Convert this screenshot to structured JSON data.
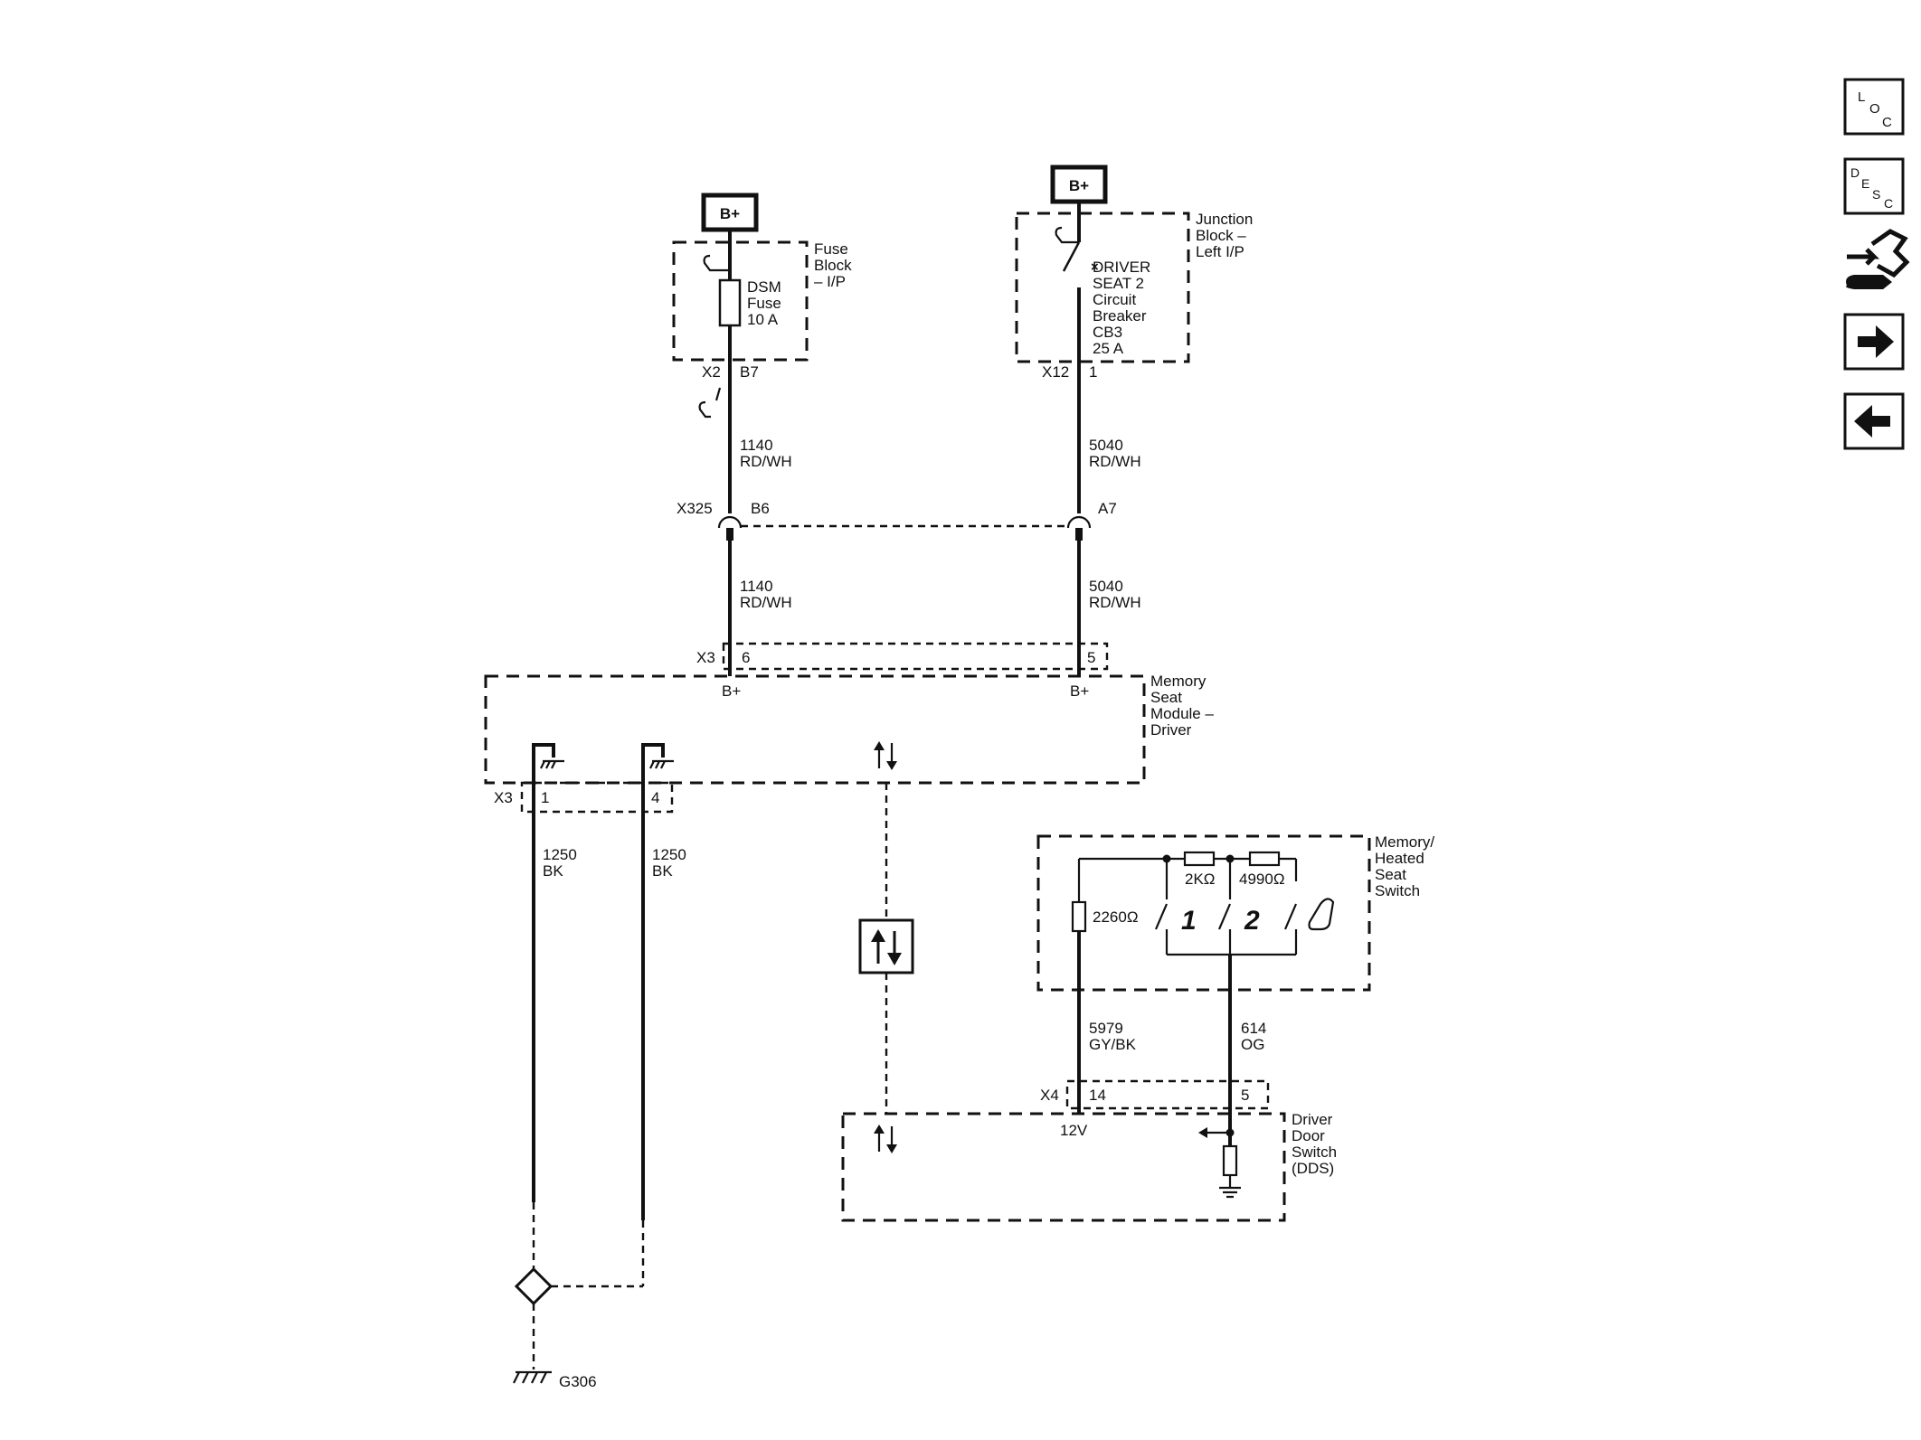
{
  "power": {
    "bplus_left": "B+",
    "bplus_right": "B+"
  },
  "fuse_block": {
    "name_line1": "Fuse",
    "name_line2": "Block",
    "name_line3": "– I/P",
    "fuse_line1": "DSM",
    "fuse_line2": "Fuse",
    "fuse_line3": "10 A",
    "conn": "X2",
    "pin": "B7"
  },
  "junction_block": {
    "name_line1": "Junction",
    "name_line2": "Block –",
    "name_line3": "Left I/P",
    "cb_line1": "DRIVER",
    "cb_line2": "SEAT 2",
    "cb_line3": "Circuit",
    "cb_line4": "Breaker",
    "cb_line5": "CB3",
    "cb_line6": "25 A",
    "conn": "X12",
    "pin": "1"
  },
  "wires": {
    "w1140_upper_num": "1140",
    "w1140_upper_color": "RD/WH",
    "w5040_upper_num": "5040",
    "w5040_upper_color": "RD/WH",
    "w1140_lower_num": "1140",
    "w1140_lower_color": "RD/WH",
    "w5040_lower_num": "5040",
    "w5040_lower_color": "RD/WH",
    "w1250a_num": "1250",
    "w1250a_color": "BK",
    "w1250b_num": "1250",
    "w1250b_color": "BK",
    "w5979_num": "5979",
    "w5979_color": "GY/BK",
    "w614_num": "614",
    "w614_color": "OG"
  },
  "inline_conn": {
    "name": "X325",
    "pin_left": "B6",
    "pin_right": "A7"
  },
  "memory_module": {
    "name_line1": "Memory",
    "name_line2": "Seat",
    "name_line3": "Module –",
    "name_line4": "Driver",
    "conn_top": "X3",
    "pin_6": "6",
    "pin_5": "5",
    "bplus_a": "B+",
    "bplus_b": "B+",
    "conn_bottom": "X3",
    "pin_1": "1",
    "pin_4": "4"
  },
  "seat_switch": {
    "name_line1": "Memory/",
    "name_line2": "Heated",
    "name_line3": "Seat",
    "name_line4": "Switch",
    "r1": "2260Ω",
    "r2": "2KΩ",
    "r3": "4990Ω",
    "sw1": "1",
    "sw2": "2"
  },
  "dds": {
    "name_line1": "Driver",
    "name_line2": "Door",
    "name_line3": "Switch",
    "name_line4": "(DDS)",
    "conn": "X4",
    "pin_14": "14",
    "pin_5": "5",
    "voltage": "12V"
  },
  "ground": {
    "label": "G306"
  },
  "nav": {
    "loc_top": "L",
    "loc_mid": "O",
    "loc_bot": "C",
    "desc_top": "D",
    "desc_mid1": "E",
    "desc_mid2": "S",
    "desc_bot": "C"
  },
  "colors": {
    "ink": "#111111",
    "background": "#ffffff"
  }
}
